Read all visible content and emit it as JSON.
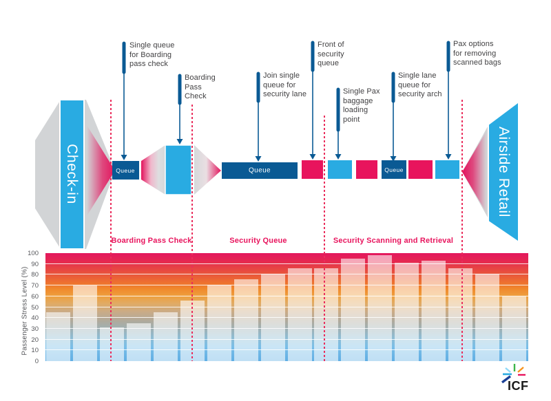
{
  "diagram": {
    "checkin_label": "Check-in",
    "airside_label": "Airside Retail",
    "queue_label_1": "Queue",
    "queue_label_2": "Queue",
    "queue_label_3": "Queue",
    "annotations": [
      {
        "text": "Single queue\nfor Boarding\npass check"
      },
      {
        "text": "Boarding\nPass\nCheck"
      },
      {
        "text": "Join single\nqueue for\nsecurity lane"
      },
      {
        "text": "Front of\nsecurity\nqueue"
      },
      {
        "text": "Single Pax\nbaggage\nloading\npoint"
      },
      {
        "text": "Single lane\nqueue for\nsecurity arch"
      },
      {
        "text": "Pax options\nfor removing\nscanned bags"
      }
    ],
    "zones": [
      {
        "label": "Boarding Pass Check"
      },
      {
        "label": "Security Queue"
      },
      {
        "label": "Security Scanning and Retrieval"
      }
    ]
  },
  "chart_data": {
    "type": "bar",
    "title": "",
    "ylabel": "Passenger Stress Level (%)",
    "ylim": [
      0,
      100
    ],
    "yticks": [
      0,
      10,
      20,
      30,
      40,
      50,
      60,
      70,
      80,
      90,
      100
    ],
    "grid": "horizontal white lines every 10, drawn over bars",
    "legend": "none",
    "values": [
      45,
      70,
      31,
      35,
      45,
      56,
      71,
      76,
      81,
      86,
      86,
      95,
      98,
      91,
      93,
      86,
      81,
      60
    ],
    "bar_style": "translucent white bars over a stress gradient background (crimson top to light blue bottom)",
    "zone_dividers_cross_bars": [
      3,
      6,
      11,
      16
    ]
  },
  "colors": {
    "crimson": "#e8145d",
    "navy": "#0a5a94",
    "bright_blue": "#29abe2",
    "station_gray": "#d2d4d6",
    "gradient_top": "#e4175e",
    "gradient_bottom": "#60aee4",
    "annotation_text": "#414042"
  },
  "logo": {
    "text": "ICF"
  }
}
